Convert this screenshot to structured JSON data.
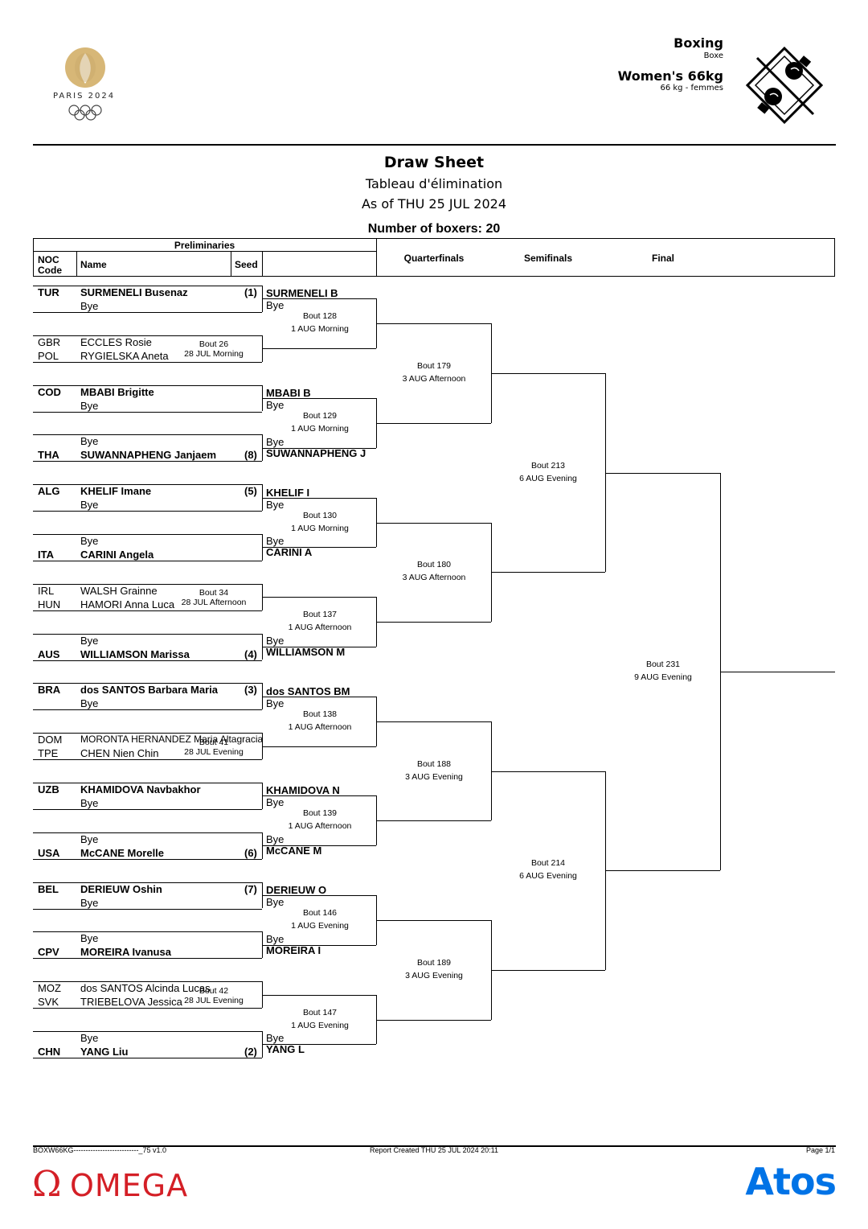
{
  "header": {
    "logo_text": "PARIS 2024",
    "sport": "Boxing",
    "sport_fr": "Boxe",
    "event": "Women's 66kg",
    "event_fr": "66 kg - femmes",
    "title": "Draw Sheet",
    "subtitle": "Tableau d'élimination",
    "as_of": "As of THU 25 JUL 2024",
    "num_boxers": "Number of boxers: 20"
  },
  "columns": {
    "preliminaries": "Preliminaries",
    "noc_line1": "NOC",
    "noc_line2": "Code",
    "name": "Name",
    "seed": "Seed",
    "quarterfinals": "Quarterfinals",
    "semifinals": "Semifinals",
    "final": "Final"
  },
  "entries": [
    {
      "noc": "TUR",
      "name": "SURMENELI Busenaz",
      "seed": "(1)",
      "bold": true
    },
    {
      "noc": "",
      "name": "Bye",
      "seed": "",
      "bold": false
    },
    {
      "noc": "GBR",
      "name": "ECCLES Rosie",
      "seed": "",
      "bold": false
    },
    {
      "noc": "POL",
      "name": "RYGIELSKA Aneta",
      "seed": "",
      "bold": false
    },
    {
      "noc": "COD",
      "name": "MBABI Brigitte",
      "seed": "",
      "bold": true
    },
    {
      "noc": "",
      "name": "Bye",
      "seed": "",
      "bold": false
    },
    {
      "noc": "",
      "name": "Bye",
      "seed": "",
      "bold": false
    },
    {
      "noc": "THA",
      "name": "SUWANNAPHENG Janjaem",
      "seed": "(8)",
      "bold": true
    },
    {
      "noc": "ALG",
      "name": "KHELIF Imane",
      "seed": "(5)",
      "bold": true
    },
    {
      "noc": "",
      "name": "Bye",
      "seed": "",
      "bold": false
    },
    {
      "noc": "",
      "name": "Bye",
      "seed": "",
      "bold": false
    },
    {
      "noc": "ITA",
      "name": "CARINI Angela",
      "seed": "",
      "bold": true
    },
    {
      "noc": "IRL",
      "name": "WALSH Grainne",
      "seed": "",
      "bold": false
    },
    {
      "noc": "HUN",
      "name": "HAMORI Anna Luca",
      "seed": "",
      "bold": false
    },
    {
      "noc": "",
      "name": "Bye",
      "seed": "",
      "bold": false
    },
    {
      "noc": "AUS",
      "name": "WILLIAMSON Marissa",
      "seed": "(4)",
      "bold": true
    },
    {
      "noc": "BRA",
      "name": "dos SANTOS Barbara Maria",
      "seed": "(3)",
      "bold": true
    },
    {
      "noc": "",
      "name": "Bye",
      "seed": "",
      "bold": false
    },
    {
      "noc": "DOM",
      "name": "MORONTA HERNANDEZ Maria Altagracia",
      "seed": "",
      "bold": false
    },
    {
      "noc": "TPE",
      "name": "CHEN Nien Chin",
      "seed": "",
      "bold": false
    },
    {
      "noc": "UZB",
      "name": "KHAMIDOVA Navbakhor",
      "seed": "",
      "bold": true
    },
    {
      "noc": "",
      "name": "Bye",
      "seed": "",
      "bold": false
    },
    {
      "noc": "",
      "name": "Bye",
      "seed": "",
      "bold": false
    },
    {
      "noc": "USA",
      "name": "McCANE Morelle",
      "seed": "(6)",
      "bold": true
    },
    {
      "noc": "BEL",
      "name": "DERIEUW Oshin",
      "seed": "(7)",
      "bold": true
    },
    {
      "noc": "",
      "name": "Bye",
      "seed": "",
      "bold": false
    },
    {
      "noc": "",
      "name": "Bye",
      "seed": "",
      "bold": false
    },
    {
      "noc": "CPV",
      "name": "MOREIRA Ivanusa",
      "seed": "",
      "bold": true
    },
    {
      "noc": "MOZ",
      "name": "dos SANTOS Alcinda Lucas",
      "seed": "",
      "bold": false
    },
    {
      "noc": "SVK",
      "name": "TRIEBELOVA Jessica",
      "seed": "",
      "bold": false
    },
    {
      "noc": "",
      "name": "Bye",
      "seed": "",
      "bold": false
    },
    {
      "noc": "CHN",
      "name": "YANG Liu",
      "seed": "(2)",
      "bold": true
    }
  ],
  "prelim_bouts": [
    {
      "bout": "Bout  26",
      "time": "28 JUL Morning"
    },
    {
      "bout": "Bout  34",
      "time": "28 JUL Afternoon"
    },
    {
      "bout": "Bout  41",
      "time": "28 JUL Evening"
    },
    {
      "bout": "Bout  42",
      "time": "28 JUL Evening"
    }
  ],
  "r16": [
    {
      "top": "SURMENELI B",
      "top_sub": "Bye",
      "bot": "",
      "bot_sub": "",
      "bout": "Bout  128",
      "time": "1 AUG Morning"
    },
    {
      "top": "MBABI B",
      "top_sub": "Bye",
      "bot": "SUWANNAPHENG J",
      "bot_sub": "Bye",
      "bout": "Bout  129",
      "time": "1 AUG Morning"
    },
    {
      "top": "KHELIF I",
      "top_sub": "Bye",
      "bot": "CARINI A",
      "bot_sub": "Bye",
      "bout": "Bout  130",
      "time": "1 AUG Morning"
    },
    {
      "top": "",
      "top_sub": "",
      "bot": "WILLIAMSON M",
      "bot_sub": "Bye",
      "bout": "Bout  137",
      "time": "1 AUG Afternoon"
    },
    {
      "top": "dos SANTOS BM",
      "top_sub": "Bye",
      "bot": "",
      "bot_sub": "",
      "bout": "Bout  138",
      "time": "1 AUG Afternoon"
    },
    {
      "top": "KHAMIDOVA N",
      "top_sub": "Bye",
      "bot": "McCANE M",
      "bot_sub": "Bye",
      "bout": "Bout  139",
      "time": "1 AUG Afternoon"
    },
    {
      "top": "DERIEUW O",
      "top_sub": "Bye",
      "bot": "MOREIRA I",
      "bot_sub": "Bye",
      "bout": "Bout  146",
      "time": "1 AUG Evening"
    },
    {
      "top": "",
      "top_sub": "",
      "bot": "YANG L",
      "bot_sub": "Bye",
      "bout": "Bout  147",
      "time": "1 AUG Evening"
    }
  ],
  "qf": [
    {
      "bout": "Bout  179",
      "time": "3 AUG Afternoon"
    },
    {
      "bout": "Bout  180",
      "time": "3 AUG Afternoon"
    },
    {
      "bout": "Bout  188",
      "time": "3 AUG Evening"
    },
    {
      "bout": "Bout  189",
      "time": "3 AUG Evening"
    }
  ],
  "sf": [
    {
      "bout": "Bout  213",
      "time": "6 AUG Evening"
    },
    {
      "bout": "Bout  214",
      "time": "6 AUG Evening"
    }
  ],
  "final": {
    "bout": "Bout  231",
    "time": "9 AUG Evening"
  },
  "footer": {
    "code": "BOXW66KG---------------------------_75 v1.0",
    "report": "Report Created  THU 25 JUL 2024 20:11",
    "page": "Page 1/1",
    "omega": "OMEGA",
    "atos": "Atos"
  },
  "colors": {
    "logo_gold": "#c9a96b",
    "omega_red": "#d41f26",
    "atos_blue": "#0073e6",
    "line": "#000000"
  }
}
